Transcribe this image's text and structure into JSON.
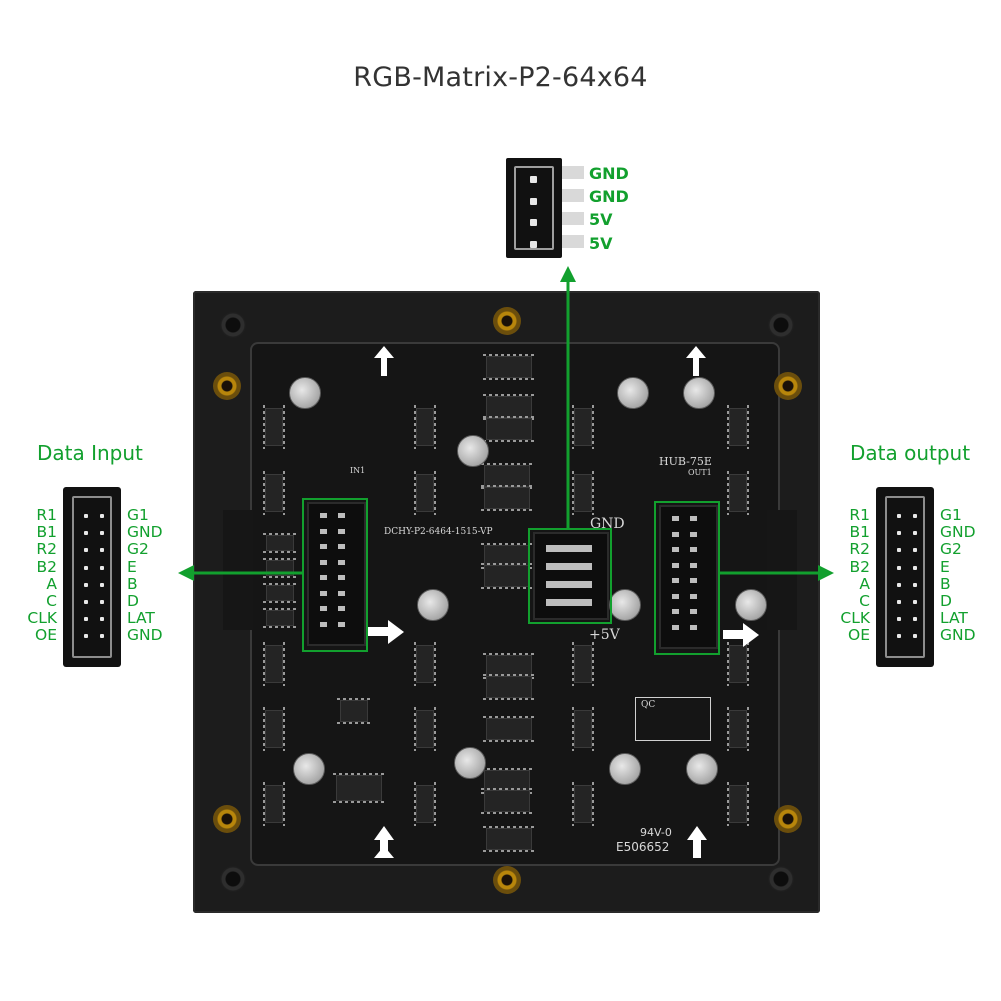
{
  "title": "RGB-Matrix-P2-64x64",
  "power_connector": {
    "pins": [
      "GND",
      "GND",
      "5V",
      "5V"
    ]
  },
  "data_input": {
    "title": "Data Input",
    "left_pins": [
      "R1",
      "B1",
      "R2",
      "B2",
      "A",
      "C",
      "CLK",
      "OE"
    ],
    "right_pins": [
      "G1",
      "GND",
      "G2",
      "E",
      "B",
      "D",
      "LAT",
      "GND"
    ]
  },
  "data_output": {
    "title": "Data output",
    "left_pins": [
      "R1",
      "B1",
      "R2",
      "B2",
      "A",
      "C",
      "CLK",
      "OE"
    ],
    "right_pins": [
      "G1",
      "GND",
      "G2",
      "E",
      "B",
      "D",
      "LAT",
      "GND"
    ]
  },
  "board_silkscreen": {
    "part_number": "DCHY-P2-6464-1515-VP",
    "hub_label": "HUB-75E",
    "gnd_label": "GND",
    "plus5v_label": "+5V",
    "qc_label": "QC",
    "cert_code": "94V-0",
    "cert_number": "E506652",
    "in_label": "IN1",
    "out_label": "OUT1"
  },
  "colors": {
    "accent_green": "#12a02e",
    "title_gray": "#333333",
    "panel_black": "#1c1c1c"
  }
}
